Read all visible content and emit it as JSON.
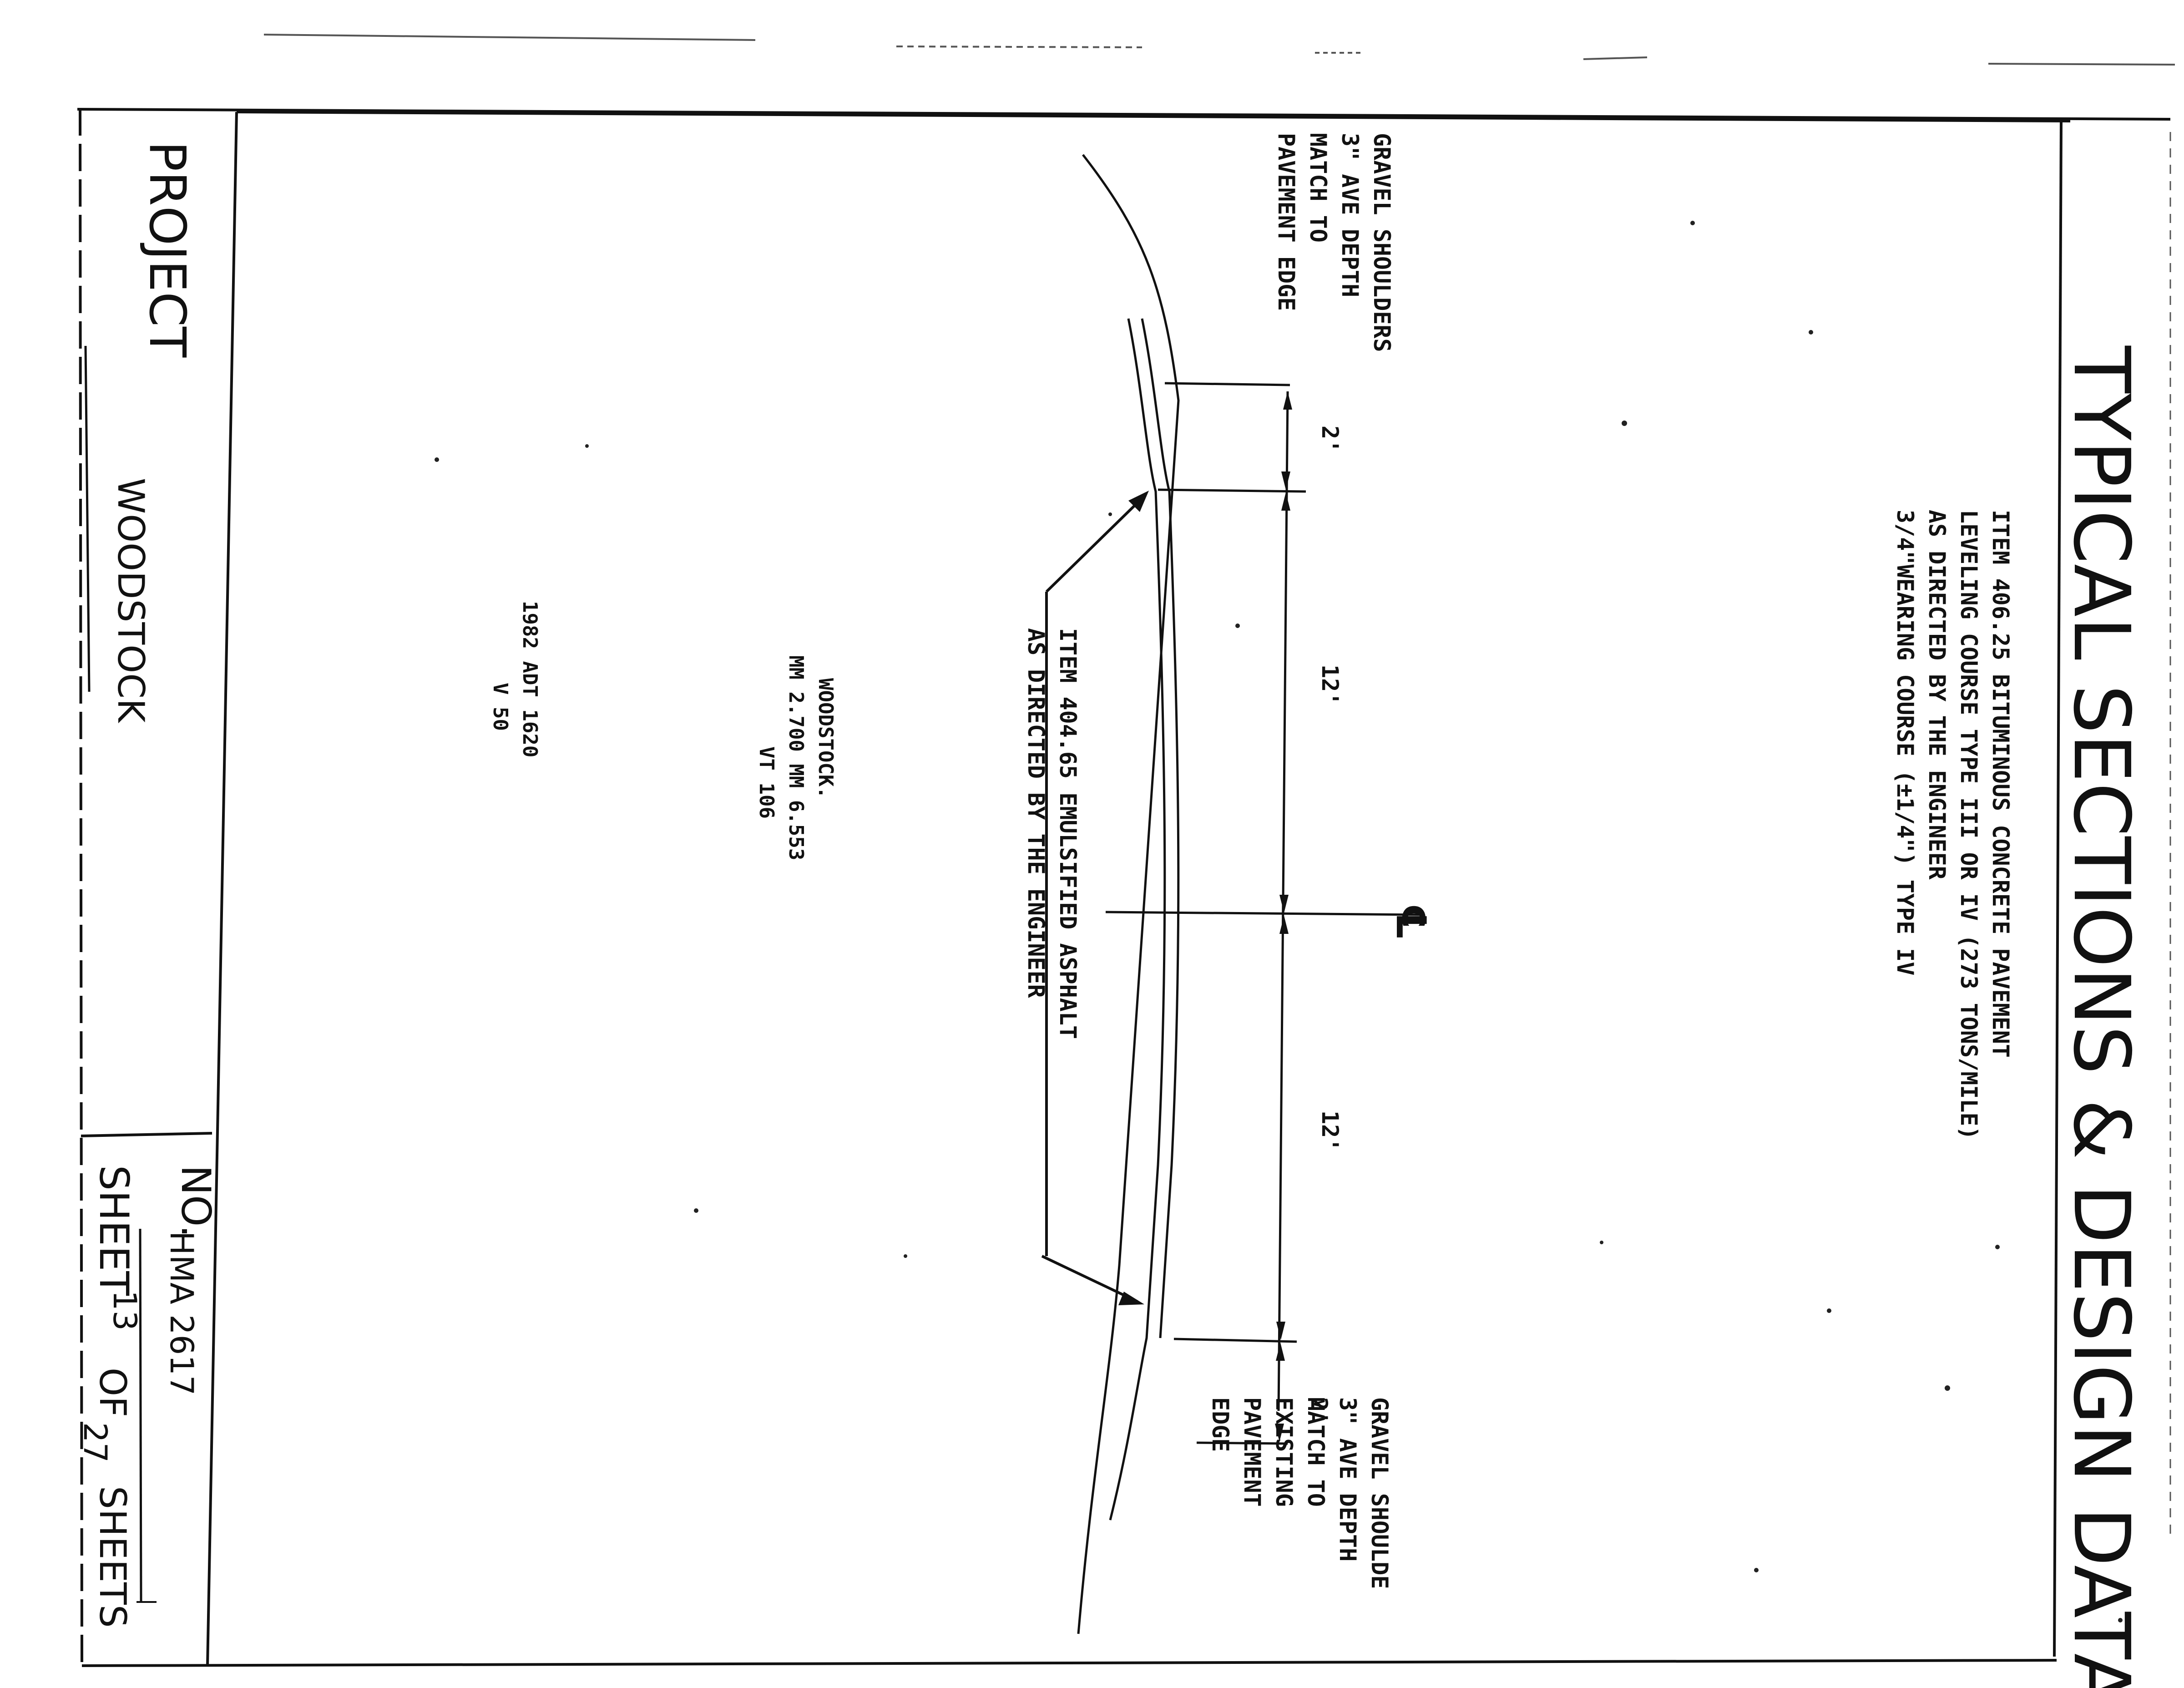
{
  "title": "TYPICAL SECTIONS & DESIGN DATA",
  "item_406_note": [
    "ITEM 406.25 BITUMINOUS CONCRETE PAVEMENT",
    "LEVELING COURSE TYPE III OR IV (273 TONS/MILE)",
    "AS DIRECTED BY THE ENGINEER",
    "3/4\"WEARING COURSE (±1/4\") TYPE IV"
  ],
  "left_shoulder_note": [
    "GRAVEL SHOULDERS",
    "3\" AVE DEPTH",
    "MATCH TO",
    "PAVEMENT EDGE"
  ],
  "right_shoulder_note": [
    "GRAVEL SHOULDE",
    "3\" AVE DEPTH",
    "MATCH TO",
    "EXISTING",
    "PAVEMENT",
    "EDGE"
  ],
  "item_404_note": [
    "ITEM 404.65 EMULSIFIED ASPHALT",
    "AS DIRECTED BY THE ENGINEER"
  ],
  "dimensions": {
    "left_shoulder": "2'",
    "left_lane": "12'",
    "right_lane": "12'",
    "right_shoulder": "2'"
  },
  "centerline_symbol": "℄",
  "location_block": [
    "WOODSTOCK.",
    "MM 2.700 MM 6.553",
    "VT 106"
  ],
  "traffic_block": [
    "1982 ADT 1620",
    "V 50"
  ],
  "title_block": {
    "project_label": "PROJECT",
    "project_value": "WOODSTOCK",
    "number_label": "NO.",
    "number_value": "HMA 2617",
    "sheet_label": "SHEET",
    "sheet_number": "13",
    "of_label": "OF",
    "total_sheets": "27",
    "sheets_label": "SHEETS"
  }
}
